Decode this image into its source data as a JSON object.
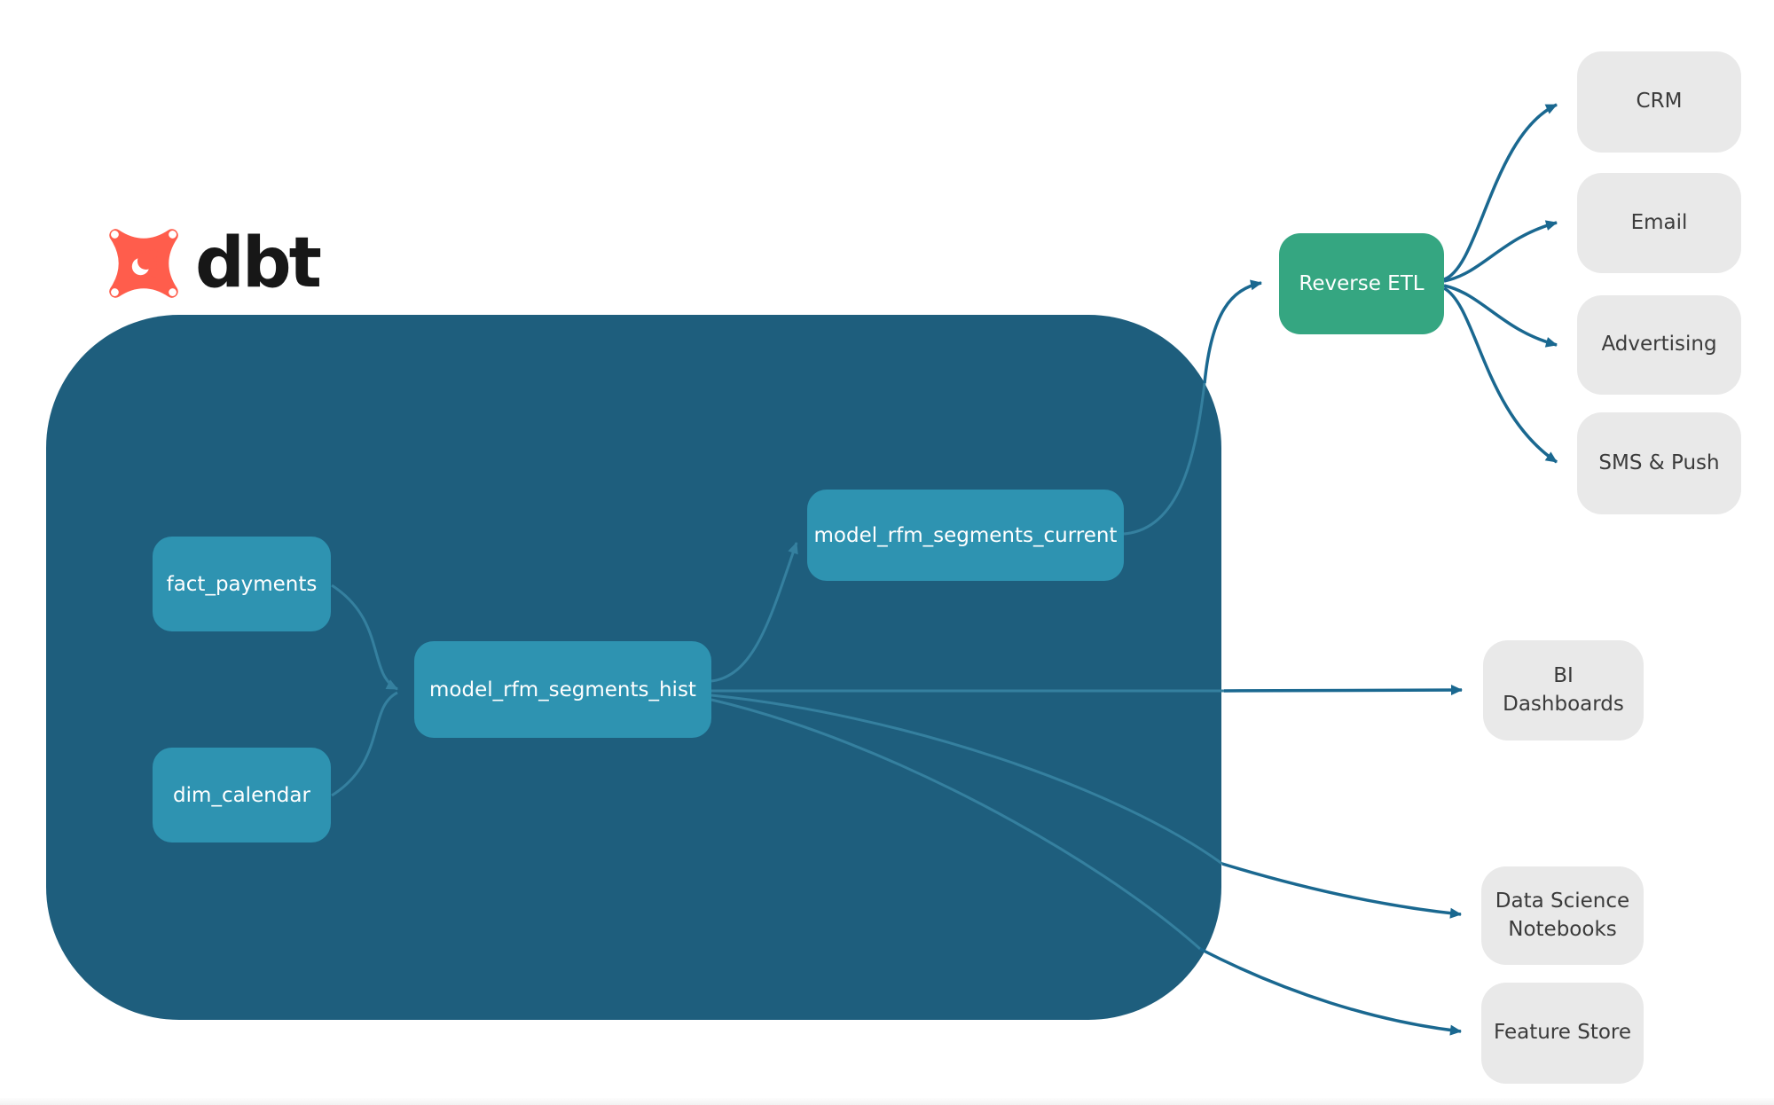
{
  "logo": {
    "text": "dbt"
  },
  "diagram": {
    "sources": [
      {
        "label": "fact_payments"
      },
      {
        "label": "dim_calendar"
      }
    ],
    "models": [
      {
        "label": "model_rfm_segments_hist"
      },
      {
        "label": "model_rfm_segments_current"
      }
    ],
    "reverse_etl": {
      "label": "Reverse ETL"
    },
    "channels": [
      {
        "label": "CRM"
      },
      {
        "label": "Email"
      },
      {
        "label": "Advertising"
      },
      {
        "label": "SMS & Push"
      }
    ],
    "outputs": [
      {
        "label": "BI Dashboards"
      },
      {
        "label": "Data Science Notebooks"
      },
      {
        "label": "Feature Store"
      }
    ]
  },
  "colors": {
    "container": "#1e5e7d",
    "model_node": "#2e93b1",
    "reverse_etl_node": "#35a681",
    "destination_node": "#e9e9e9",
    "edge_outside": "#1a6890",
    "edge_inside": "#35809f",
    "logo_orange": "#ff5d4c",
    "logo_text": "#171717"
  }
}
